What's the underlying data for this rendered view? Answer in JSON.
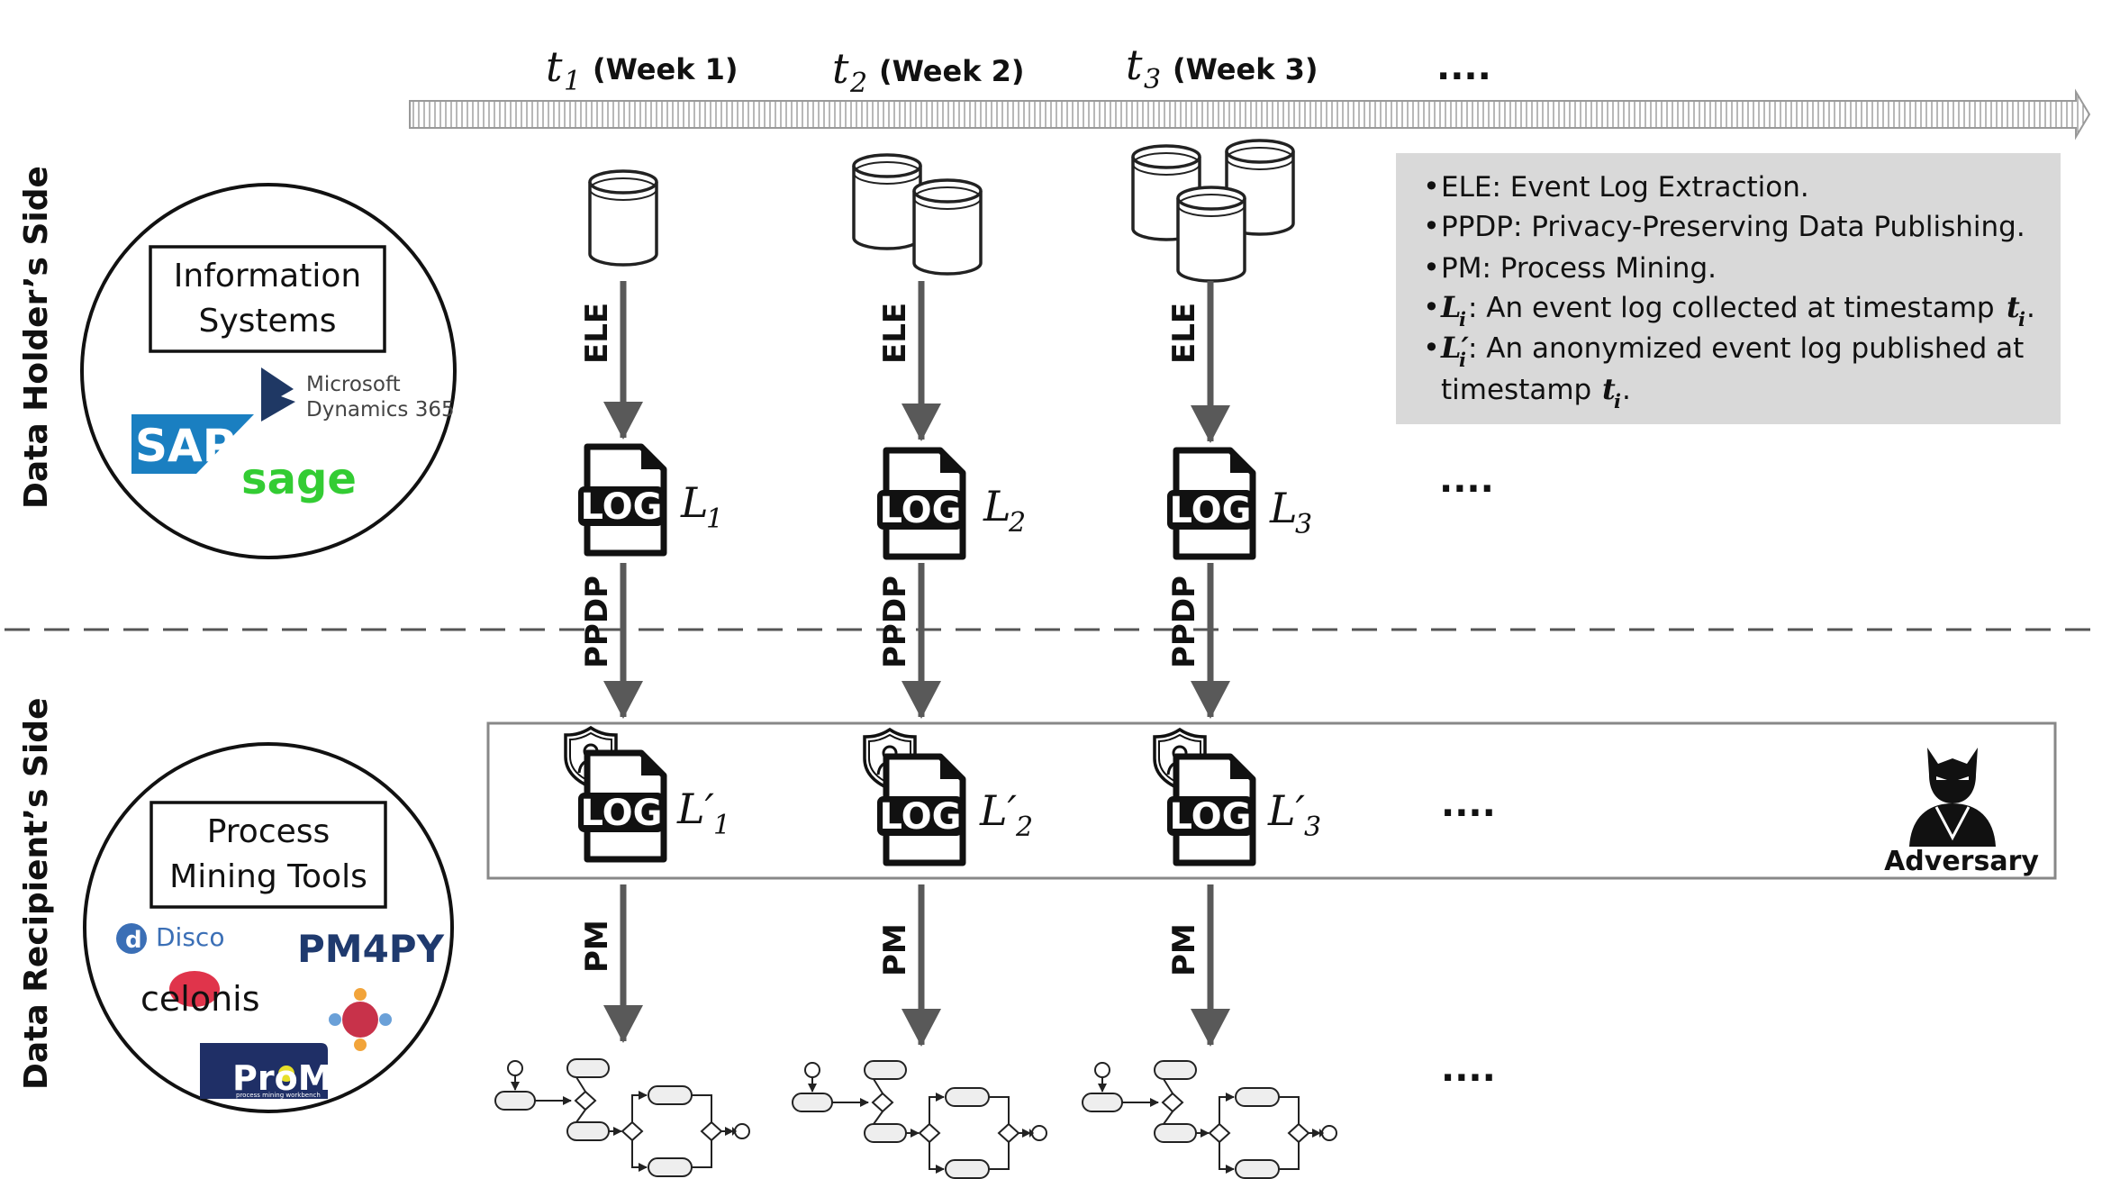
{
  "timeline": {
    "steps": [
      {
        "t_var": "t",
        "t_sub": "1",
        "week": "(Week 1)"
      },
      {
        "t_var": "t",
        "t_sub": "2",
        "week": "(Week 2)"
      },
      {
        "t_var": "t",
        "t_sub": "3",
        "week": "(Week 3)"
      }
    ],
    "ellipsis": "...."
  },
  "sides": {
    "holder": "Data Holder’s Side",
    "recipient": "Data Recipient’s Side"
  },
  "information_systems": {
    "title_line1": "Information",
    "title_line2": "Systems",
    "microsoft_line1": "Microsoft",
    "microsoft_line2": "Dynamics 365",
    "sap": "SAP",
    "sage": "sage"
  },
  "process_mining_tools": {
    "title_line1": "Process",
    "title_line2": "Mining Tools",
    "disco": "Disco",
    "pm4py": "PM4PY",
    "celonis": "celonis",
    "prom": "ProM",
    "prom_sub": "process mining workbench"
  },
  "arrows": {
    "ele": "ELE",
    "ppdp": "PPDP",
    "pm": "PM"
  },
  "logs": {
    "icon_text": "LOG",
    "raw": [
      {
        "var": "L",
        "sub": "1"
      },
      {
        "var": "L",
        "sub": "2"
      },
      {
        "var": "L",
        "sub": "3"
      }
    ],
    "anon": [
      {
        "var": "L′",
        "sub": "1"
      },
      {
        "var": "L′",
        "sub": "2"
      },
      {
        "var": "L′",
        "sub": "3"
      }
    ]
  },
  "adversary": "Adversary",
  "legend": {
    "items": [
      {
        "prefix": "",
        "sub": "",
        "text": "ELE: Event Log Extraction."
      },
      {
        "prefix": "",
        "sub": "",
        "text": "PPDP: Privacy-Preserving Data Publishing."
      },
      {
        "prefix": "",
        "sub": "",
        "text": "PM: Process Mining."
      },
      {
        "prefix": "L",
        "sub": "i",
        "text": ": An event log collected at timestamp ",
        "tail_var": "t",
        "tail_sub": "i",
        "tail_end": "."
      },
      {
        "prefix": "L′",
        "sub": "i",
        "text": ": An anonymized event log published at",
        "line2_text": "timestamp ",
        "tail_var": "t",
        "tail_sub": "i",
        "tail_end": "."
      }
    ]
  },
  "colors": {
    "arrow": "#595959",
    "legend_bg": "#d9d9d9",
    "sap_blue": "#1a7fc1",
    "sage_green": "#33cc33",
    "microsoft_navy": "#1f3864",
    "disco_blue": "#3b6fb6",
    "pm4py_navy": "#1f3a6e",
    "celonis_red": "#e0344b",
    "prom_navy": "#1f2f66",
    "prom_yellow": "#e7df2a"
  }
}
